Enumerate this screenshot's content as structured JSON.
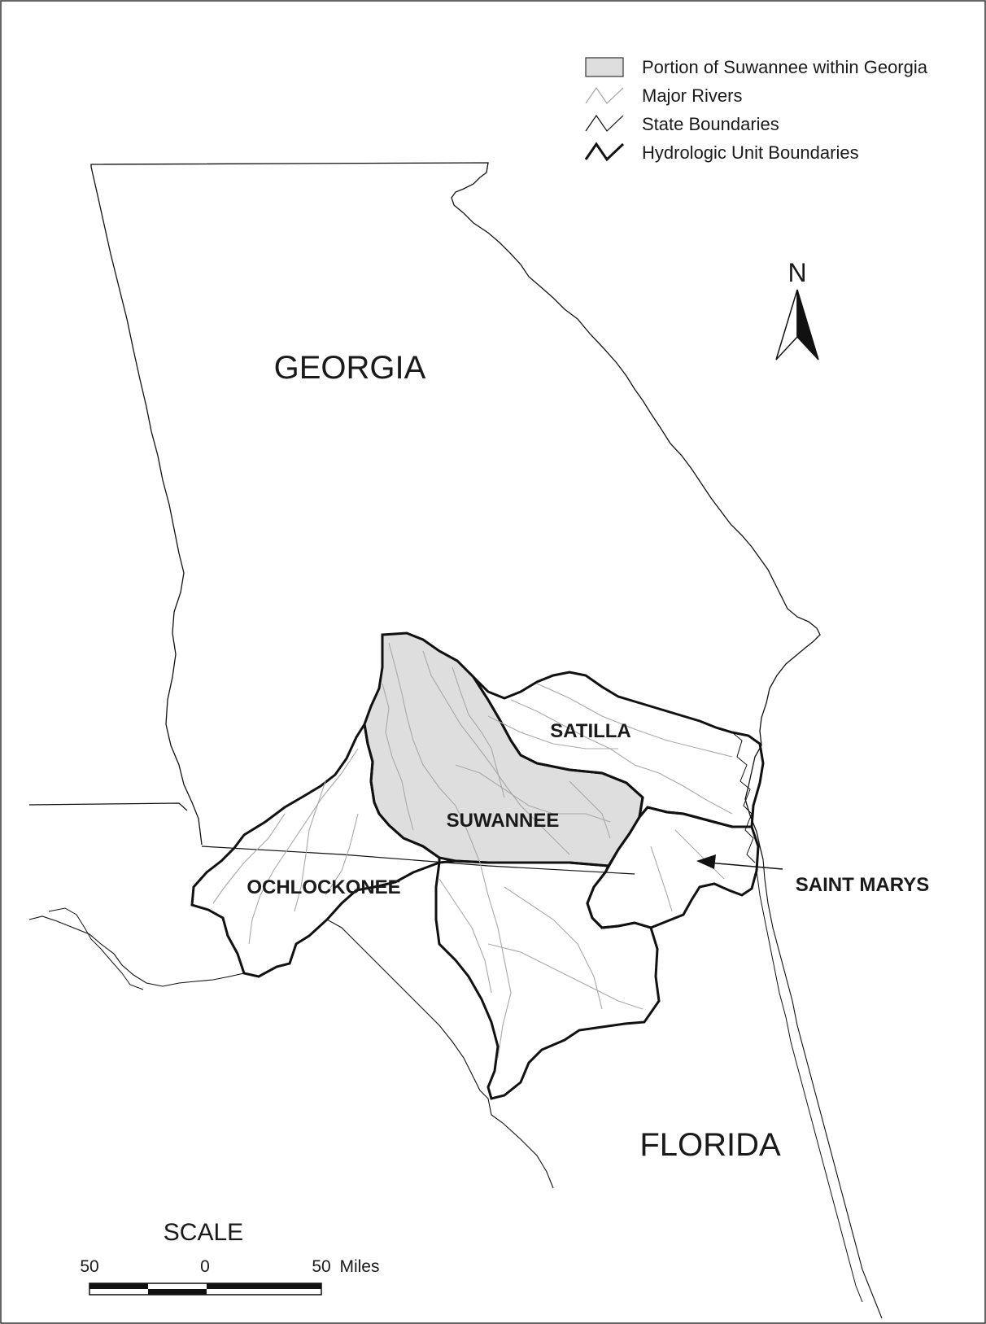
{
  "legend": {
    "items": [
      {
        "label": "Portion of Suwannee within Georgia",
        "symbol": "shaded-box-swatch"
      },
      {
        "label": "Major Rivers",
        "symbol": "light-gray-line-swatch"
      },
      {
        "label": "State Boundaries",
        "symbol": "thin-black-line-swatch"
      },
      {
        "label": "Hydrologic Unit Boundaries",
        "symbol": "thick-black-line-swatch"
      }
    ]
  },
  "labels": {
    "georgia": "GEORGIA",
    "florida": "FLORIDA",
    "suwannee": "SUWANNEE",
    "satilla": "SATILLA",
    "ochlockonee": "OCHLOCKONEE",
    "saint_marys": "SAINT MARYS"
  },
  "north_arrow": {
    "letter": "N"
  },
  "scale": {
    "title": "SCALE",
    "left": "50",
    "center": "0",
    "right": "50",
    "unit": "Miles"
  },
  "colors": {
    "shaded": "#dedede",
    "rivers": "#a8a8a8",
    "boundary": "#111111"
  }
}
